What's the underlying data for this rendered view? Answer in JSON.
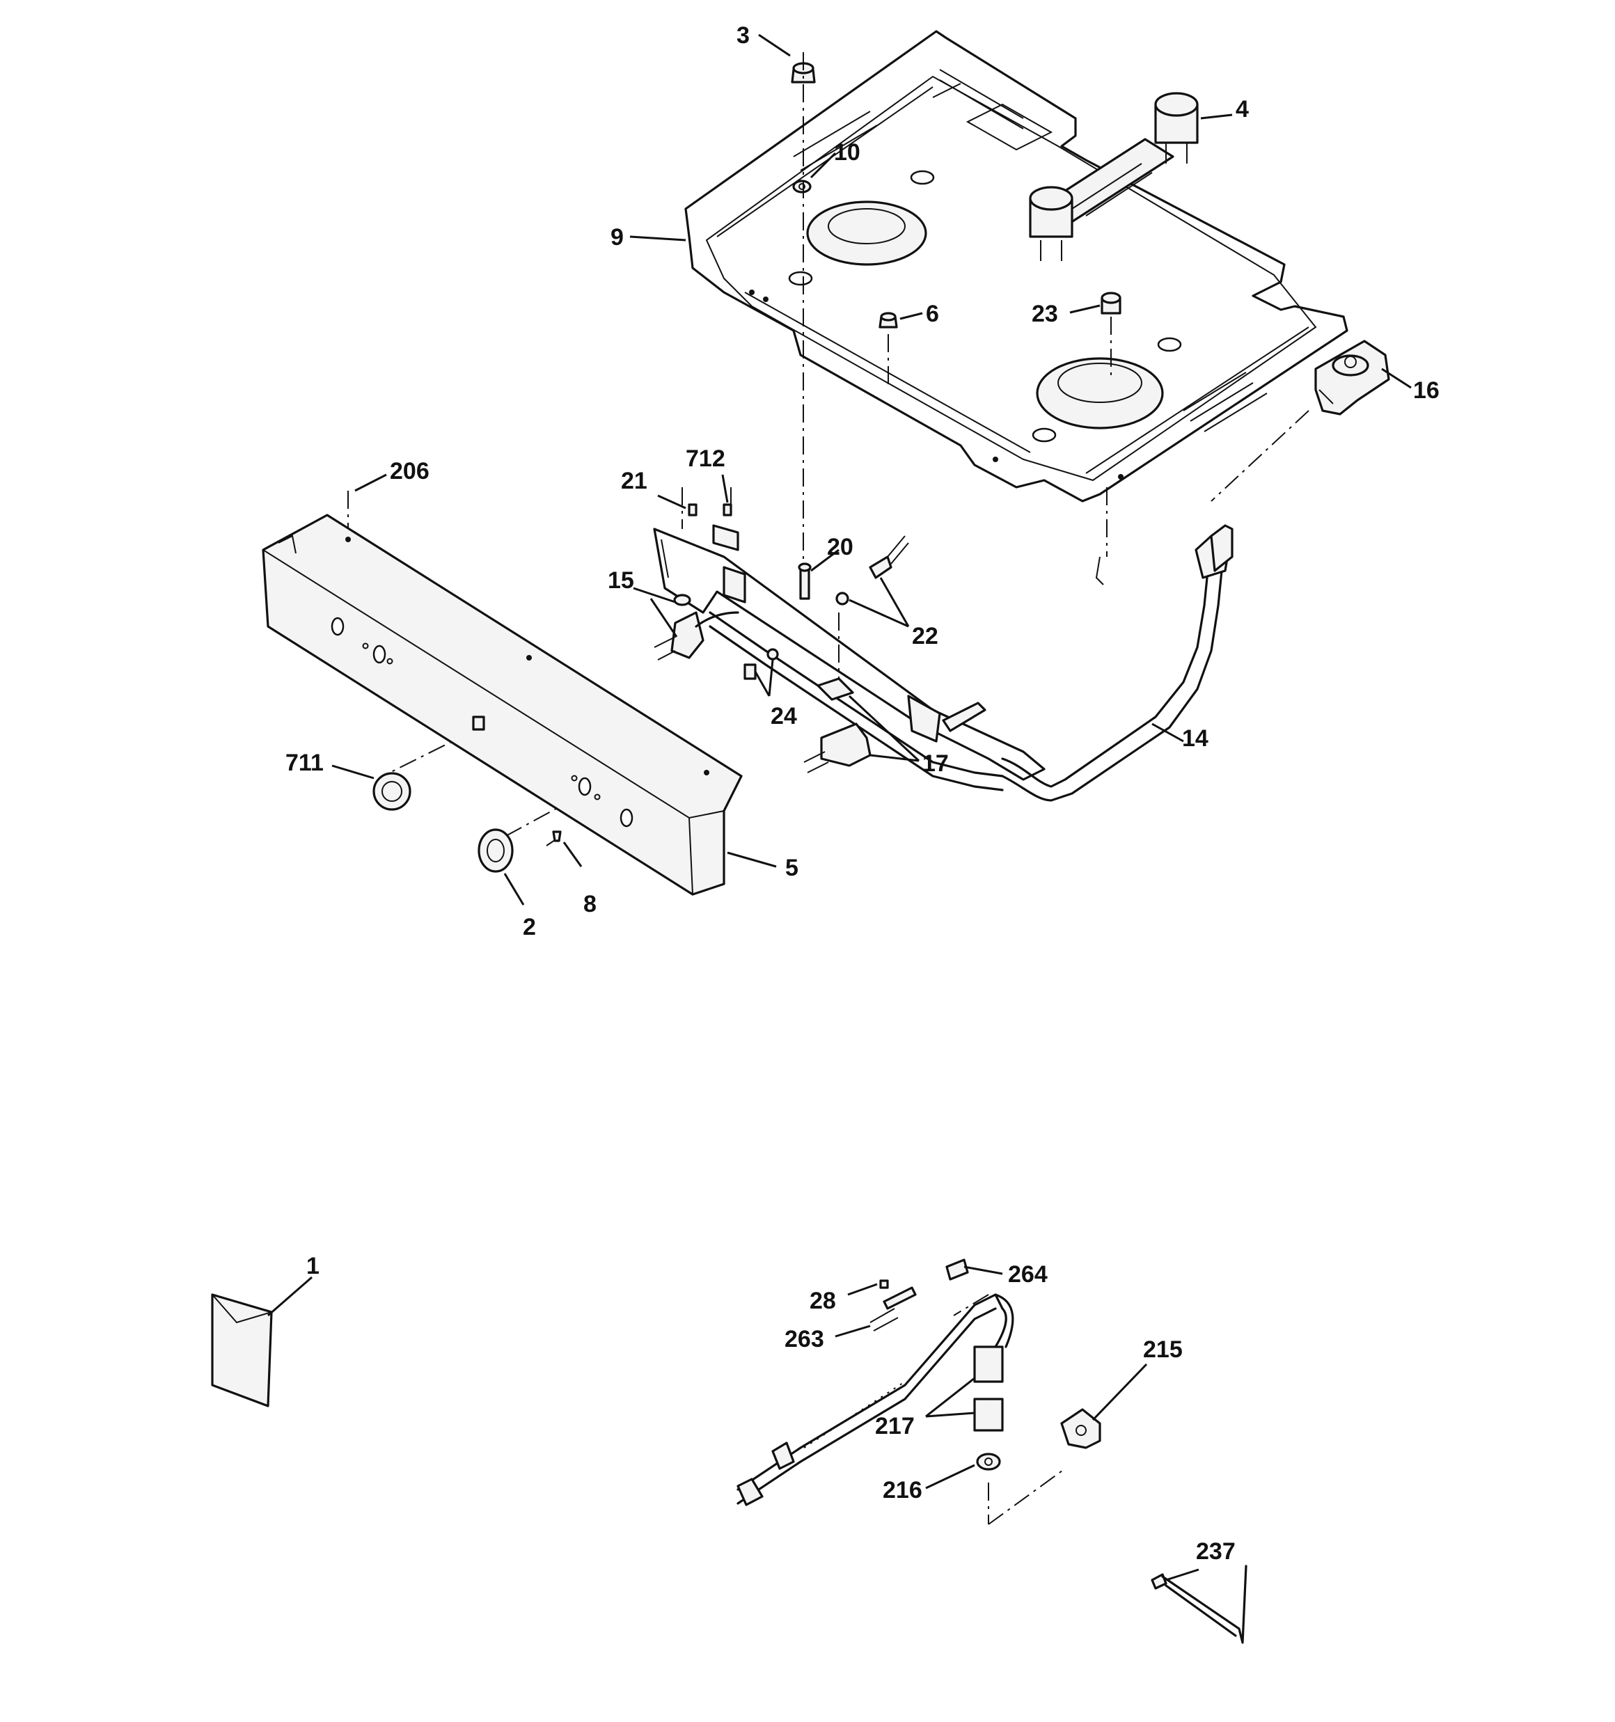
{
  "callouts": [
    {
      "id": "c3",
      "label": "3"
    },
    {
      "id": "c4",
      "label": "4"
    },
    {
      "id": "c10",
      "label": "10"
    },
    {
      "id": "c9",
      "label": "9"
    },
    {
      "id": "c6",
      "label": "6"
    },
    {
      "id": "c23",
      "label": "23"
    },
    {
      "id": "c16",
      "label": "16"
    },
    {
      "id": "c206",
      "label": "206"
    },
    {
      "id": "c21",
      "label": "21"
    },
    {
      "id": "c712",
      "label": "712"
    },
    {
      "id": "c20",
      "label": "20"
    },
    {
      "id": "c15",
      "label": "15"
    },
    {
      "id": "c22",
      "label": "22"
    },
    {
      "id": "c24",
      "label": "24"
    },
    {
      "id": "c14",
      "label": "14"
    },
    {
      "id": "c17",
      "label": "17"
    },
    {
      "id": "c711",
      "label": "711"
    },
    {
      "id": "c5",
      "label": "5"
    },
    {
      "id": "c8",
      "label": "8"
    },
    {
      "id": "c2",
      "label": "2"
    },
    {
      "id": "c1",
      "label": "1"
    },
    {
      "id": "c264",
      "label": "264"
    },
    {
      "id": "c28",
      "label": "28"
    },
    {
      "id": "c263",
      "label": "263"
    },
    {
      "id": "c215",
      "label": "215"
    },
    {
      "id": "c217",
      "label": "217"
    },
    {
      "id": "c216",
      "label": "216"
    },
    {
      "id": "c237",
      "label": "237"
    }
  ]
}
